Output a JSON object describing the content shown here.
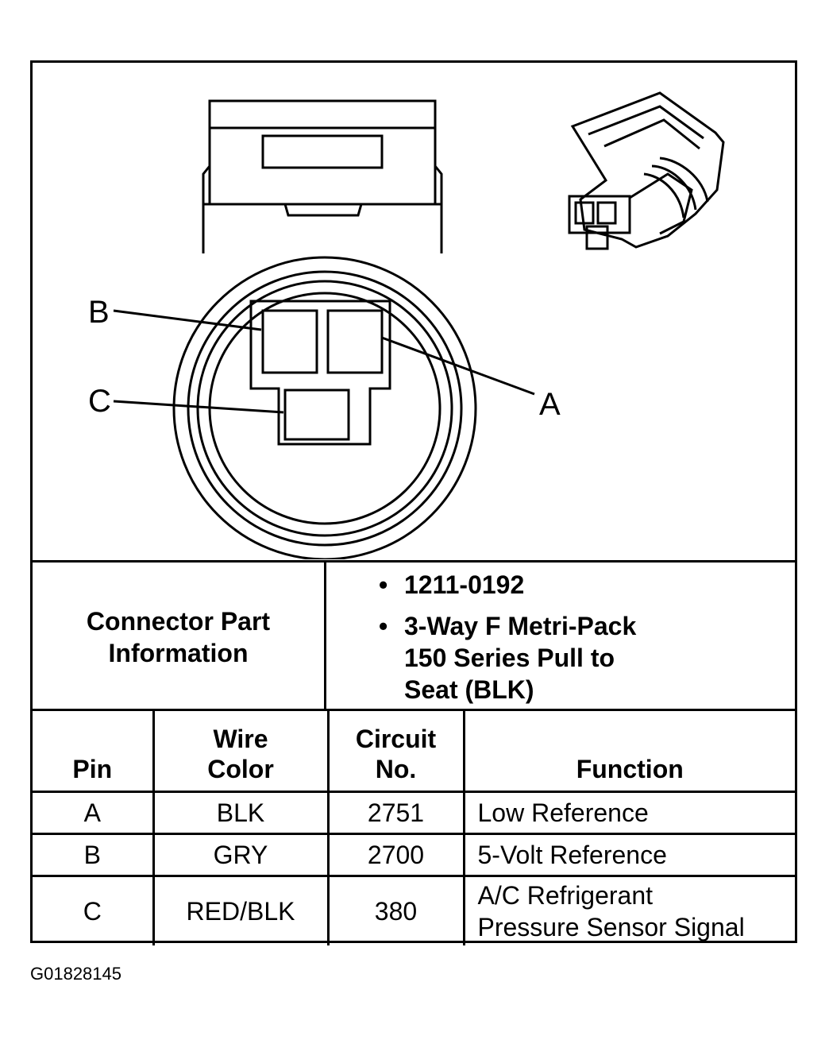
{
  "diagram": {
    "callouts": {
      "a": "A",
      "b": "B",
      "c": "C"
    }
  },
  "connector_info": {
    "label": "Connector Part\nInformation",
    "items": [
      "1211-0192",
      "3-Way F Metri-Pack\n150 Series Pull to\nSeat (BLK)"
    ]
  },
  "table": {
    "headers": [
      "Pin",
      "Wire\nColor",
      "Circuit\nNo.",
      "Function"
    ],
    "rows": [
      {
        "pin": "A",
        "wire_color": "BLK",
        "circuit": "2751",
        "function": "Low Reference"
      },
      {
        "pin": "B",
        "wire_color": "GRY",
        "circuit": "2700",
        "function": "5-Volt Reference"
      },
      {
        "pin": "C",
        "wire_color": "RED/BLK",
        "circuit": "380",
        "function": "A/C Refrigerant\nPressure Sensor Signal"
      }
    ]
  },
  "figure_id": "G01828145"
}
